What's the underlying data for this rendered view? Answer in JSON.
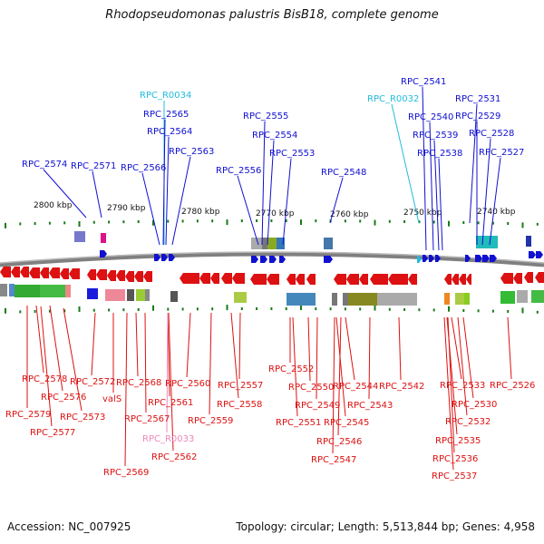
{
  "title": "Rhodopseudomonas palustris BisB18, complete genome",
  "footer": {
    "accession": "Accession: NC_007925",
    "summary": "Topology: circular; Length: 5,513,844 bp; Genes: 4,958"
  },
  "scale_labels": [
    "2800 kbp",
    "2790 kbp",
    "2780 kbp",
    "2770 kbp",
    "2760 kbp",
    "2750 kbp",
    "2740 kbp"
  ],
  "colors": {
    "forward_gene": "#1010d0",
    "reverse_gene": "#dd1111",
    "forward_rna": "#22bbdd",
    "reverse_rna": "#ee88bb",
    "backbone": "#808080",
    "tick": "#1a7a1a"
  },
  "top_labels": [
    {
      "text": "RPC_R0034",
      "kind": "rna"
    },
    {
      "text": "RPC_2565",
      "kind": "gene"
    },
    {
      "text": "RPC_2564",
      "kind": "gene"
    },
    {
      "text": "RPC_2563",
      "kind": "gene"
    },
    {
      "text": "RPC_2566",
      "kind": "gene"
    },
    {
      "text": "RPC_2574",
      "kind": "gene"
    },
    {
      "text": "RPC_2571",
      "kind": "gene"
    },
    {
      "text": "RPC_2555",
      "kind": "gene"
    },
    {
      "text": "RPC_2554",
      "kind": "gene"
    },
    {
      "text": "RPC_2553",
      "kind": "gene"
    },
    {
      "text": "RPC_2556",
      "kind": "gene"
    },
    {
      "text": "RPC_2548",
      "kind": "gene"
    },
    {
      "text": "RPC_2541",
      "kind": "gene"
    },
    {
      "text": "RPC_R0032",
      "kind": "rna"
    },
    {
      "text": "RPC_2531",
      "kind": "gene"
    },
    {
      "text": "RPC_2540",
      "kind": "gene"
    },
    {
      "text": "RPC_2529",
      "kind": "gene"
    },
    {
      "text": "RPC_2539",
      "kind": "gene"
    },
    {
      "text": "RPC_2528",
      "kind": "gene"
    },
    {
      "text": "RPC_2538",
      "kind": "gene"
    },
    {
      "text": "RPC_2527",
      "kind": "gene"
    }
  ],
  "bottom_labels": [
    {
      "text": "RPC_2578",
      "kind": "gene"
    },
    {
      "text": "RPC_2572",
      "kind": "gene"
    },
    {
      "text": "RPC_2576",
      "kind": "gene"
    },
    {
      "text": "valS",
      "kind": "gene"
    },
    {
      "text": "RPC_2579",
      "kind": "gene"
    },
    {
      "text": "RPC_2573",
      "kind": "gene"
    },
    {
      "text": "RPC_2577",
      "kind": "gene"
    },
    {
      "text": "RPC_2568",
      "kind": "gene"
    },
    {
      "text": "RPC_2560",
      "kind": "gene"
    },
    {
      "text": "RPC_2561",
      "kind": "gene"
    },
    {
      "text": "RPC_2567",
      "kind": "gene"
    },
    {
      "text": "RPC_R0033",
      "kind": "rna"
    },
    {
      "text": "RPC_2562",
      "kind": "gene"
    },
    {
      "text": "RPC_2569",
      "kind": "gene"
    },
    {
      "text": "RPC_2557",
      "kind": "gene"
    },
    {
      "text": "RPC_2558",
      "kind": "gene"
    },
    {
      "text": "RPC_2559",
      "kind": "gene"
    },
    {
      "text": "RPC_2552",
      "kind": "gene"
    },
    {
      "text": "RPC_2550",
      "kind": "gene"
    },
    {
      "text": "RPC_2549",
      "kind": "gene"
    },
    {
      "text": "RPC_2551",
      "kind": "gene"
    },
    {
      "text": "RPC_2544",
      "kind": "gene"
    },
    {
      "text": "RPC_2543",
      "kind": "gene"
    },
    {
      "text": "RPC_2545",
      "kind": "gene"
    },
    {
      "text": "RPC_2546",
      "kind": "gene"
    },
    {
      "text": "RPC_2547",
      "kind": "gene"
    },
    {
      "text": "RPC_2542",
      "kind": "gene"
    },
    {
      "text": "RPC_2533",
      "kind": "gene"
    },
    {
      "text": "RPC_2530",
      "kind": "gene"
    },
    {
      "text": "RPC_2532",
      "kind": "gene"
    },
    {
      "text": "RPC_2535",
      "kind": "gene"
    },
    {
      "text": "RPC_2536",
      "kind": "gene"
    },
    {
      "text": "RPC_2537",
      "kind": "gene"
    },
    {
      "text": "RPC_2526",
      "kind": "gene"
    }
  ]
}
